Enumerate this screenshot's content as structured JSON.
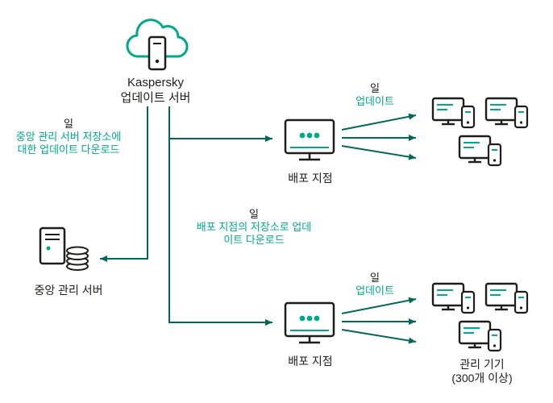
{
  "colors": {
    "teal": "#00A88E",
    "dark": "#1D1D1B",
    "arrow": "#00695A"
  },
  "update_server": {
    "name_line": "Kaspersky",
    "label_line": "업데이트 서버"
  },
  "flow_admin": {
    "period": "일",
    "desc1": "중앙 관리 서버 저장소에",
    "desc2": "대한 업데이트 다운로드"
  },
  "admin_server": {
    "label": "중앙 관리 서버"
  },
  "flow_dp": {
    "period": "일",
    "desc1": "배포 지점의 저장소로 업데",
    "desc2": "이트 다운로드"
  },
  "dp_top": {
    "label": "배포 지점"
  },
  "dp_bottom": {
    "label": "배포 지점"
  },
  "update_top": {
    "period": "일",
    "label": "업데이트"
  },
  "update_bottom": {
    "period": "일",
    "label": "업데이트"
  },
  "managed": {
    "label1": "관리 기기",
    "label2": "(300개 이상)"
  }
}
